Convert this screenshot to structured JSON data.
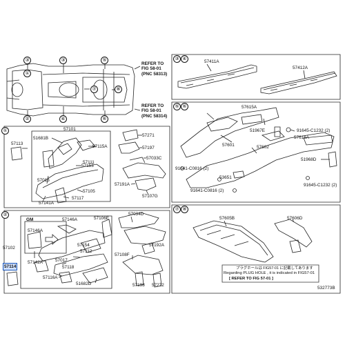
{
  "sections": {
    "s1": "①",
    "s2": "②",
    "s3": "③",
    "s4": "④",
    "s5": "⑤",
    "s6": "⑥",
    "s7": "⑦",
    "s8": "⑧"
  },
  "overview": {
    "refer_top_1": "REFER TO",
    "refer_top_2": "FIG 58-01",
    "refer_top_3": "(PNC 58313)",
    "refer_bot_1": "REFER TO",
    "refer_bot_2": "FIG 58-01",
    "refer_bot_3": "(PNC 58314)"
  },
  "panel1": {
    "top": "57101",
    "p57113": "57113",
    "p51681b": "51681B",
    "p57115a": "57115A",
    "p57153": "57153",
    "p57111": "57111",
    "p57016": "57016",
    "p57105": "57105",
    "p57141a": "57141A",
    "p57117": "57117",
    "p57271": "57271",
    "p57197": "57197",
    "p57033c": "57033C",
    "p57191a": "57191A",
    "p57107g": "57107G"
  },
  "panel2": {
    "p57102": "57102",
    "p57114": "57114",
    "gm": "GM",
    "p57146a_in": "57146A",
    "p57146a": "57146A",
    "p57106e": "57106E",
    "p57154": "57154",
    "p57142a": "57142A",
    "p57112": "57112",
    "p57017": "57017",
    "p57118": "57118",
    "p57116a": "57116A",
    "p51682d": "51682D",
    "p57034d": "57034D",
    "p57192a": "57192A",
    "p57108f": "57108F",
    "p57198": "57198",
    "p57272": "57272"
  },
  "panel34": {
    "p57411a": "57411A",
    "p57412a": "57412A"
  },
  "panel56": {
    "p57615a": "57615A",
    "p51967e": "51967E",
    "p91645_1": "91645-C1232 (2)",
    "p57616a": "57616A",
    "p57601": "57601",
    "p57602": "57602",
    "p51968d": "51968D",
    "p53651": "53651",
    "p91641_1": "91641-C0816 (2)",
    "p91641_2": "91641-C0816 (2)",
    "p91645_2": "91645-C1232 (2)"
  },
  "panel78": {
    "p57605b": "57605B",
    "p57606d": "57606D",
    "note_jp": "プラグホールは FIG57-01 に記載してあります",
    "note_en": "Regarding PLUG HOLE , it is indicated in FIG57-01",
    "note_ref": "[   REFER TO FIG 57-01   ]",
    "fig_code": "532773B"
  }
}
